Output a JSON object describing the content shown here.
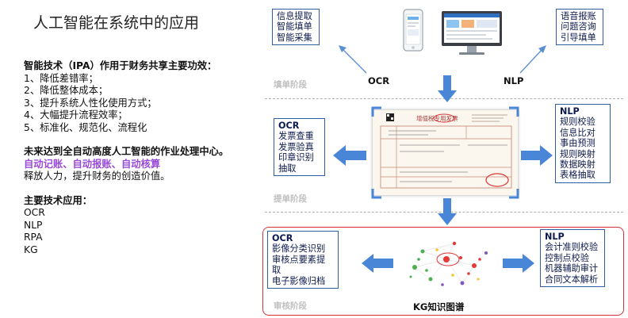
{
  "title": "人工智能在系统中的应用",
  "left": {
    "heading": "智能技术（IPA）作用于财务共享主要功效：",
    "benefits": [
      "1、降低差错率；",
      "2、降低整体成本；",
      "3、提升系统人性化使用方式；",
      "4、大幅提升流程效率；",
      "5、标准化、规范化、流程化"
    ],
    "future_heading": "未来达到全自动高度人工智能的作业处理中心。",
    "future_purple": "自动记账、自动报账、自动核算",
    "future_text": "释放人力，提升财务的创造价值。",
    "tech_heading": "主要技术应用：",
    "tech_list": [
      "OCR",
      "NLP",
      "RPA",
      "KG"
    ]
  },
  "diagram": {
    "top_left_box": [
      "信息提取",
      "智能填单",
      "智能采集"
    ],
    "top_right_box": [
      "语音报账",
      "问题咨询",
      "引导填单"
    ],
    "ocr_label": "OCR",
    "nlp_label": "NLP",
    "stage_fill": "填单阶段",
    "stage_submit": "提单阶段",
    "stage_review": "审核阶段",
    "mid_left_box": {
      "title": "OCR",
      "items": [
        "发票查重",
        "发票验真",
        "印章识别",
        "抽取"
      ]
    },
    "mid_right_box": {
      "title": "NLP",
      "items": [
        "规则校验",
        "信息比对",
        "事由预测",
        "规则映射",
        "数据映射",
        "表格抽取"
      ]
    },
    "bottom_left_box": {
      "title": "OCR",
      "items": [
        "影像分类识别",
        "审核点要素提取",
        "电子影像归档"
      ]
    },
    "bottom_right_box": {
      "title": "NLP",
      "items": [
        "会计准则校验",
        "控制点校验",
        "机器辅助审计",
        "合同文本解析"
      ]
    },
    "kg_caption": "KG知识图谱",
    "invoice_title": "增值税专用发票"
  },
  "colors": {
    "box_border": "#2e5fa3",
    "arrow_blue": "#4a86d8",
    "thin_arrow": "#5b8fd3",
    "red_frame": "#d8303a",
    "purple": "#9a4ad8"
  }
}
